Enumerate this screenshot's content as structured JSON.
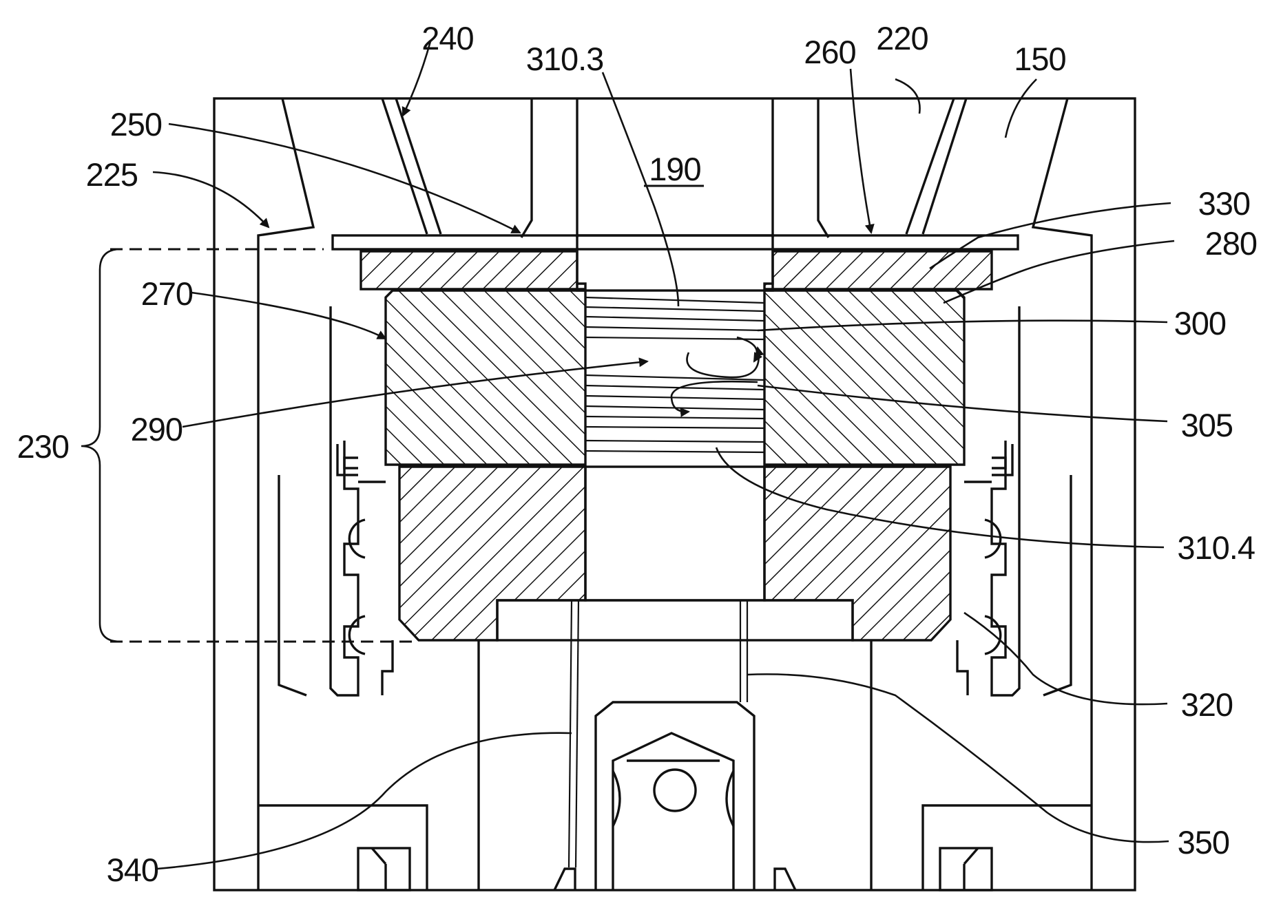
{
  "figure": {
    "center_label": "190",
    "labels": {
      "l240": "240",
      "l3103": "310.3",
      "l260": "260",
      "l220": "220",
      "l150": "150",
      "l250": "250",
      "l225": "225",
      "l330": "330",
      "l280": "280",
      "l270": "270",
      "l300": "300",
      "l230": "230",
      "l290": "290",
      "l305": "305",
      "l3104": "310.4",
      "l320": "320",
      "l340": "340",
      "l350": "350"
    }
  }
}
